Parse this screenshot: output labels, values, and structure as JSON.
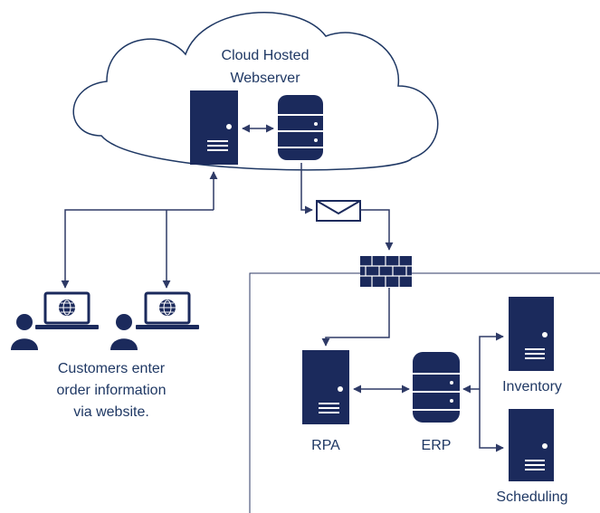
{
  "cloud": {
    "title_line1": "Cloud Hosted",
    "title_line2": "Webserver"
  },
  "customers": {
    "caption_line1": "Customers enter",
    "caption_line2": "order information",
    "caption_line3": "via website."
  },
  "nodes": {
    "rpa": "RPA",
    "erp": "ERP",
    "inventory": "Inventory",
    "scheduling": "Scheduling"
  },
  "colors": {
    "primary": "#1b2a5c",
    "line": "#2e3a66",
    "cloud_stroke": "#1f3864",
    "text": "#1f3864"
  },
  "icons": {
    "server": "server-icon",
    "database": "database-icon",
    "email": "envelope-icon",
    "firewall": "firewall-icon",
    "laptop": "laptop-globe-icon",
    "user": "user-icon"
  }
}
